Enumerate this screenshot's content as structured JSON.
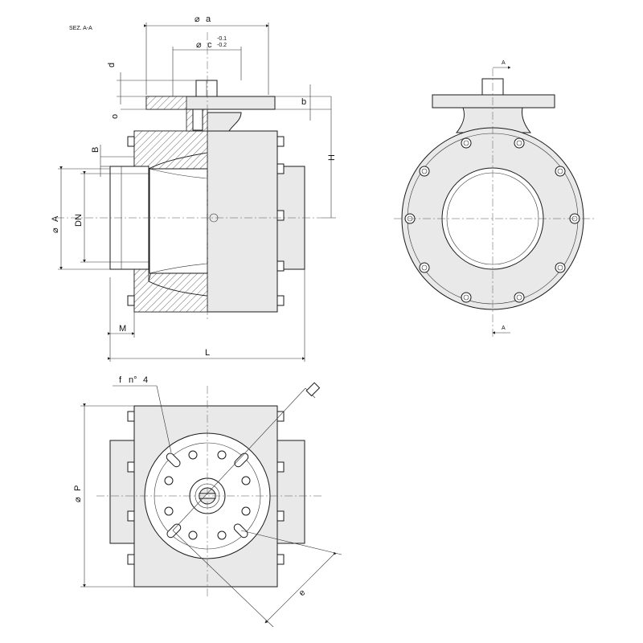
{
  "section_title": "SEZ. A-A",
  "labels": {
    "a": "a",
    "c": "c",
    "c_tol_upper": "-0.1",
    "c_tol_lower": "-0.2",
    "d": "d",
    "o": "o",
    "b": "b",
    "B": "B",
    "H": "H",
    "A": "A",
    "DN": "DN",
    "M": "M",
    "L": "L",
    "f": "f",
    "n": "n°",
    "n_value": "4",
    "P": "P",
    "e": "e",
    "section_marker": "A",
    "diameter_symbol": "⌀"
  }
}
